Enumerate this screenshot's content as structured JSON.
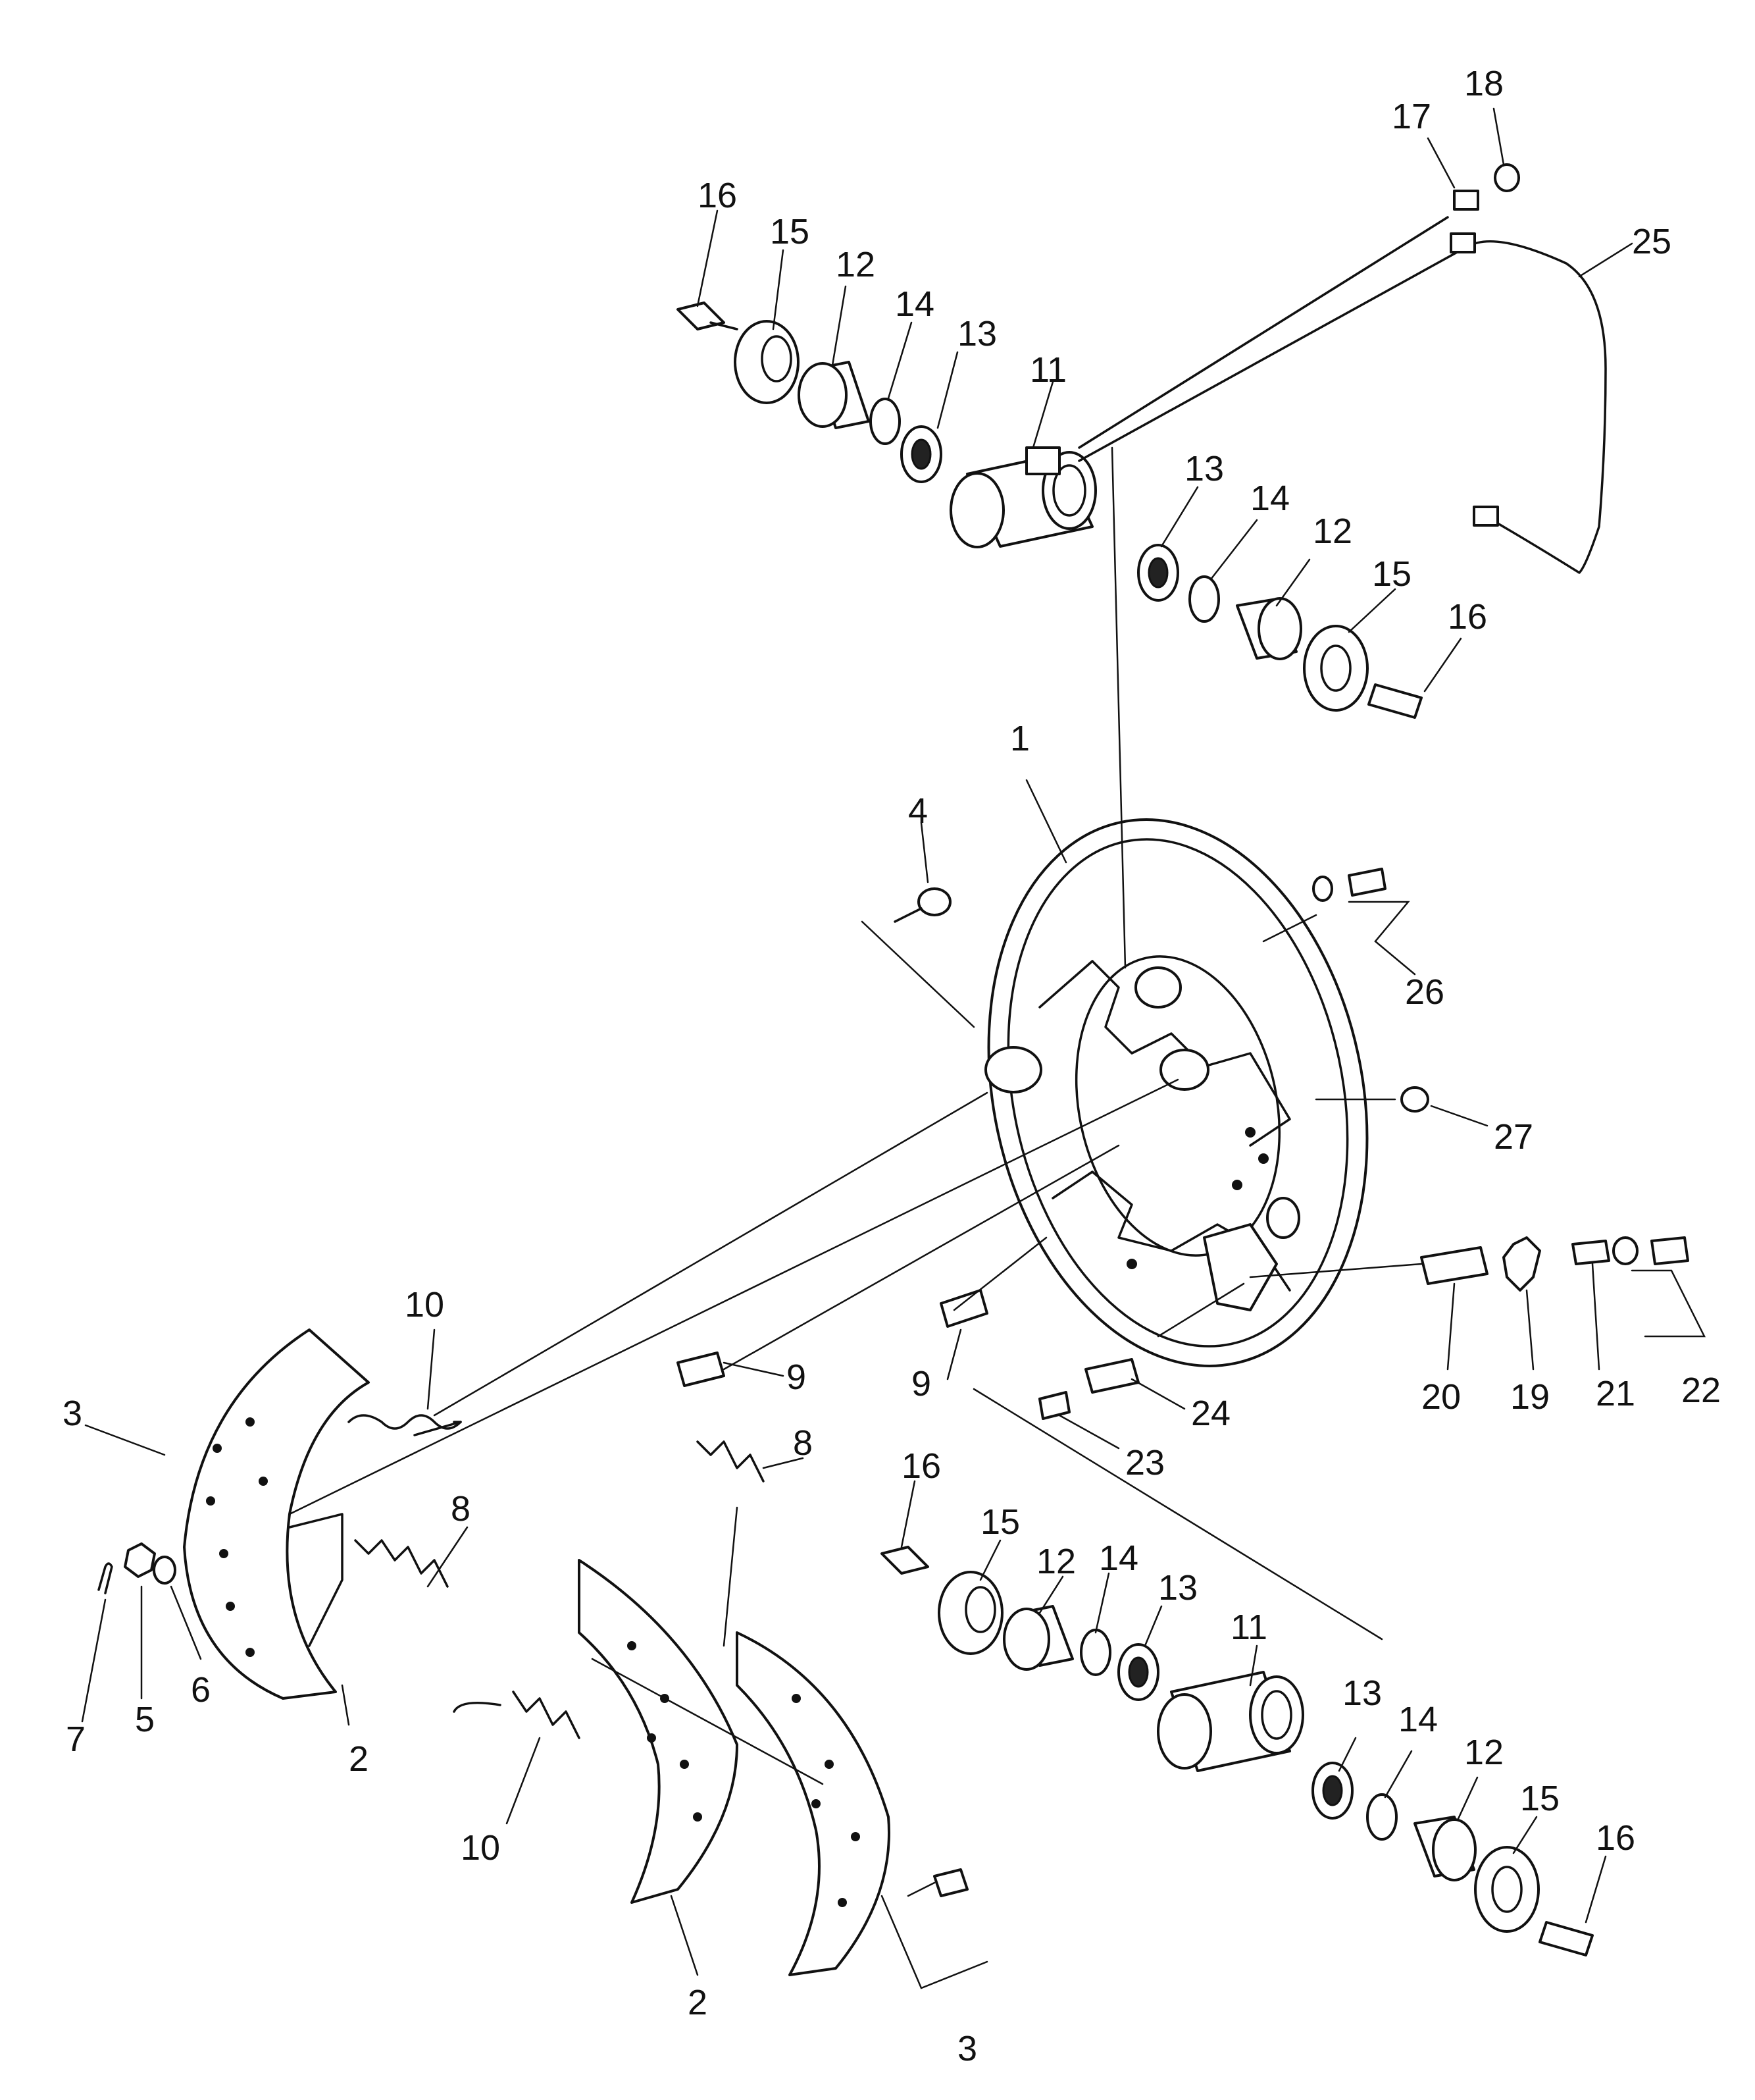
{
  "callouts": {
    "c1": "1",
    "c2a": "2",
    "c2b": "2",
    "c3a": "3",
    "c3b": "3",
    "c4": "4",
    "c5": "5",
    "c6": "6",
    "c7": "7",
    "c8a": "8",
    "c8b": "8",
    "c9a": "9",
    "c9b": "9",
    "c10a": "10",
    "c10b": "10",
    "c11a": "11",
    "c11b": "11",
    "c12a": "12",
    "c12b": "12",
    "c12c": "12",
    "c12d": "12",
    "c13a": "13",
    "c13b": "13",
    "c13c": "13",
    "c13d": "13",
    "c14a": "14",
    "c14b": "14",
    "c14c": "14",
    "c14d": "14",
    "c15a": "15",
    "c15b": "15",
    "c15c": "15",
    "c15d": "15",
    "c16a": "16",
    "c16b": "16",
    "c16c": "16",
    "c16d": "16",
    "c17": "17",
    "c18": "18",
    "c19": "19",
    "c20": "20",
    "c21": "21",
    "c22": "22",
    "c23": "23",
    "c24": "24",
    "c25": "25",
    "c26": "26",
    "c27": "27"
  }
}
